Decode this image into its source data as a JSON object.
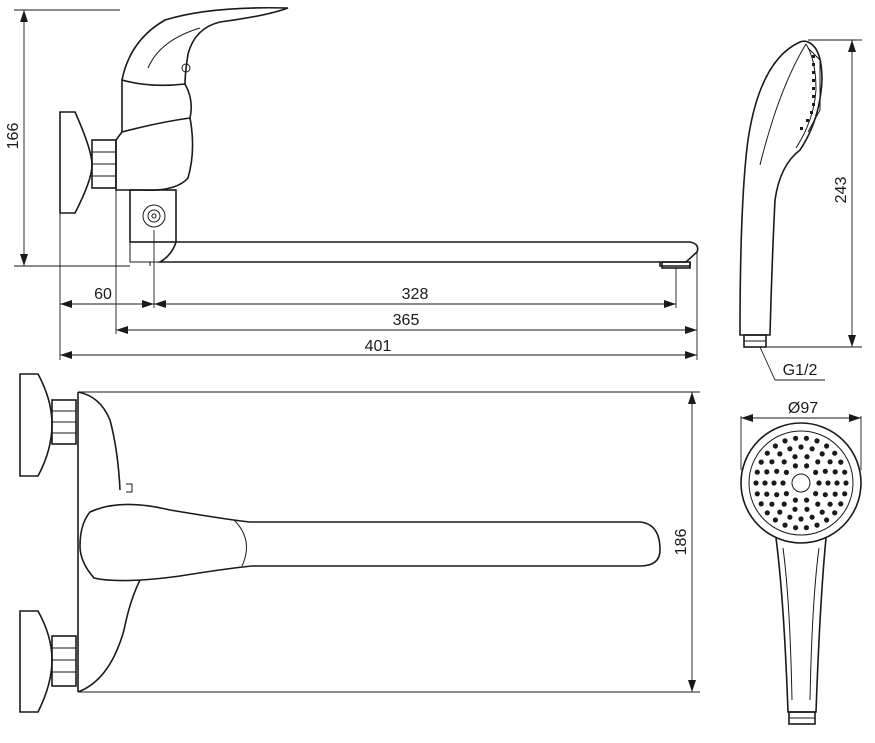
{
  "dimensions": {
    "height_166": "166",
    "offset_60": "60",
    "spout_328": "328",
    "spout_365": "365",
    "total_401": "401",
    "handshower_243": "243",
    "thread_g12": "G1/2",
    "diameter_97": "Ø97",
    "depth_186": "186"
  }
}
